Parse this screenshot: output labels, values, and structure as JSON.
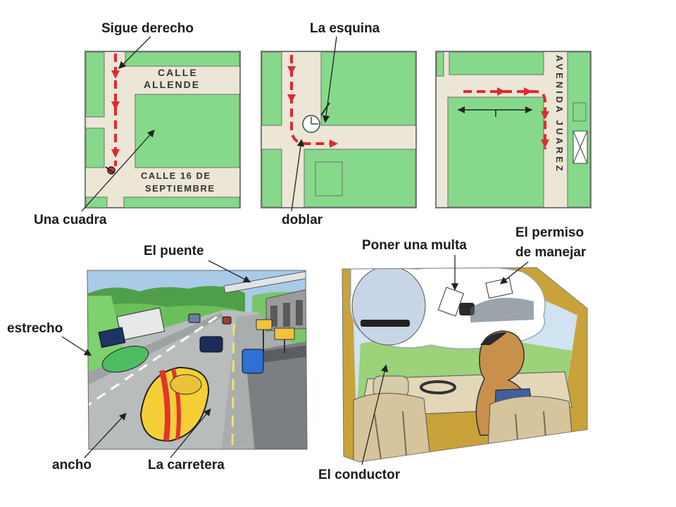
{
  "labels": {
    "sigue_derecho": "Sigue derecho",
    "la_esquina": "La esquina",
    "una_cuadra": "Una cuadra",
    "doblar": "doblar",
    "el_puente": "El puente",
    "poner_multa": "Poner una multa",
    "permiso_line1": "El permiso",
    "permiso_line2": "de manejar",
    "estrecho": "estrecho",
    "ancho": "ancho",
    "la_carretera": "La carretera",
    "el_conductor": "El conductor"
  },
  "street_signs": {
    "calle_allende_1": "CALLE",
    "calle_allende_2": "ALLENDE",
    "calle_16_1": "CALLE 16 DE",
    "calle_16_2": "SEPTIEMBRE",
    "avenida": "AVENIDA JUAREZ"
  },
  "colors": {
    "block_green": "#86d98a",
    "street": "#ece6d6",
    "route_red": "#e0292f",
    "sky_blue": "#a9cbe8",
    "road_gray": "#b9bcbd"
  }
}
